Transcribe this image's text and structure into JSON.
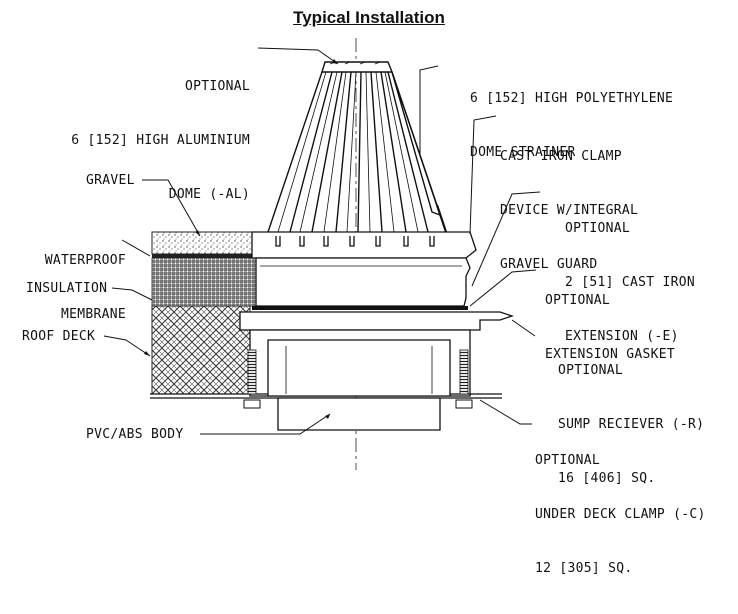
{
  "title": "Typical Installation",
  "labels": {
    "optional_al": [
      "OPTIONAL",
      "6 [152] HIGH ALUMINIUM",
      "DOME (-AL)"
    ],
    "dome_strainer": [
      "6 [152] HIGH POLYETHYLENE",
      "DOME STRAINER"
    ],
    "clamp_device": [
      "CAST IRON CLAMP",
      "DEVICE W/INTEGRAL",
      "GRAVEL GUARD"
    ],
    "gravel": "GRAVEL",
    "extension": [
      "OPTIONAL",
      "2 [51] CAST IRON",
      "EXTENSION (-E)"
    ],
    "membrane": [
      "WATERPROOF",
      "MEMBRANE"
    ],
    "gasket": [
      "OPTIONAL",
      "EXTENSION GASKET"
    ],
    "insulation": "INSULATION",
    "roof_deck": "ROOF DECK",
    "sump": [
      "OPTIONAL",
      "SUMP RECIEVER (-R)",
      "16 [406] SQ."
    ],
    "pvc_body": "PVC/ABS BODY",
    "under_deck": [
      "OPTIONAL",
      "UNDER DECK CLAMP (-C)",
      "12 [305] SQ."
    ]
  }
}
